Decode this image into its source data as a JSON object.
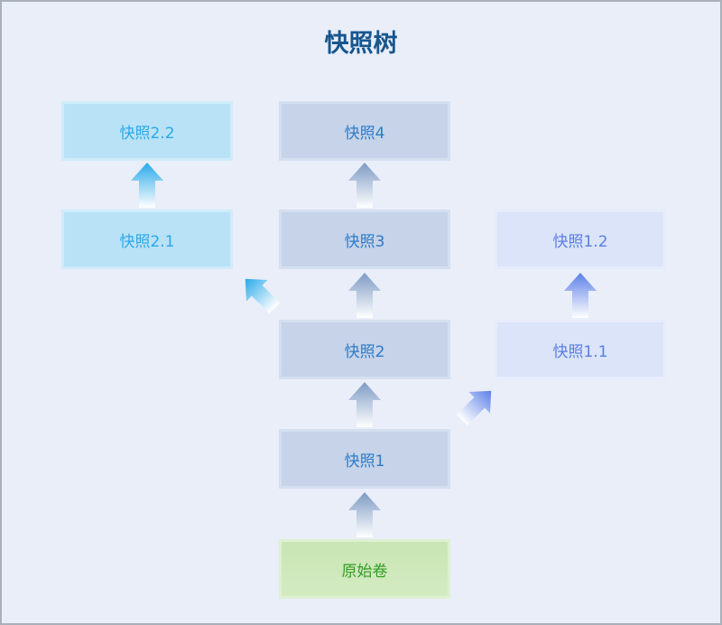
{
  "title": "快照树",
  "diagram": {
    "nodes": [
      {
        "id": "snapshot-2-2",
        "label": "快照2.2",
        "family": "cyan"
      },
      {
        "id": "snapshot-4",
        "label": "快照4",
        "family": "steel"
      },
      {
        "id": "snapshot-2-1",
        "label": "快照2.1",
        "family": "cyan"
      },
      {
        "id": "snapshot-3",
        "label": "快照3",
        "family": "steel"
      },
      {
        "id": "snapshot-1-2",
        "label": "快照1.2",
        "family": "periwinkle"
      },
      {
        "id": "snapshot-2",
        "label": "快照2",
        "family": "steel"
      },
      {
        "id": "snapshot-1-1",
        "label": "快照1.1",
        "family": "periwinkle"
      },
      {
        "id": "snapshot-1",
        "label": "快照1",
        "family": "steel"
      },
      {
        "id": "original-volume",
        "label": "原始卷",
        "family": "green"
      }
    ],
    "edges": [
      {
        "from": "原始卷",
        "to": "快照1",
        "direction": "up",
        "color": "steel"
      },
      {
        "from": "快照1",
        "to": "快照2",
        "direction": "up",
        "color": "steel"
      },
      {
        "from": "快照2",
        "to": "快照3",
        "direction": "up",
        "color": "steel"
      },
      {
        "from": "快照3",
        "to": "快照4",
        "direction": "up",
        "color": "steel"
      },
      {
        "from": "快照2",
        "to": "快照2.1",
        "direction": "up-left",
        "color": "cyan"
      },
      {
        "from": "快照2.1",
        "to": "快照2.2",
        "direction": "up",
        "color": "cyan"
      },
      {
        "from": "快照1",
        "to": "快照1.1",
        "direction": "up-right",
        "color": "periwinkle"
      },
      {
        "from": "快照1.1",
        "to": "快照1.2",
        "direction": "up",
        "color": "periwinkle"
      }
    ],
    "colors": {
      "background": "#e9eef9",
      "frame_border": "#aab0ba",
      "title_text": "#17568f",
      "steel_box_fill": "#c6d3e8",
      "steel_box_border": "#d4dff0",
      "steel_box_text": "#2e7bc8",
      "cyan_box_fill": "#b9e2f7",
      "cyan_box_border": "#d0ebfa",
      "cyan_box_text": "#2aa8e8",
      "periwinkle_box_fill": "#dbe4f8",
      "periwinkle_box_border": "#e6ecfc",
      "periwinkle_box_text": "#5b7ee4",
      "green_box_fill": "#cde7ba",
      "green_box_border": "#def0d1",
      "green_box_text": "#2f9e21",
      "steel_arrow_top": "#7d9ac4",
      "cyan_arrow_top": "#29a9e9",
      "periwinkle_arrow_top": "#5c80e8",
      "arrow_fade": "#ffffff"
    }
  }
}
